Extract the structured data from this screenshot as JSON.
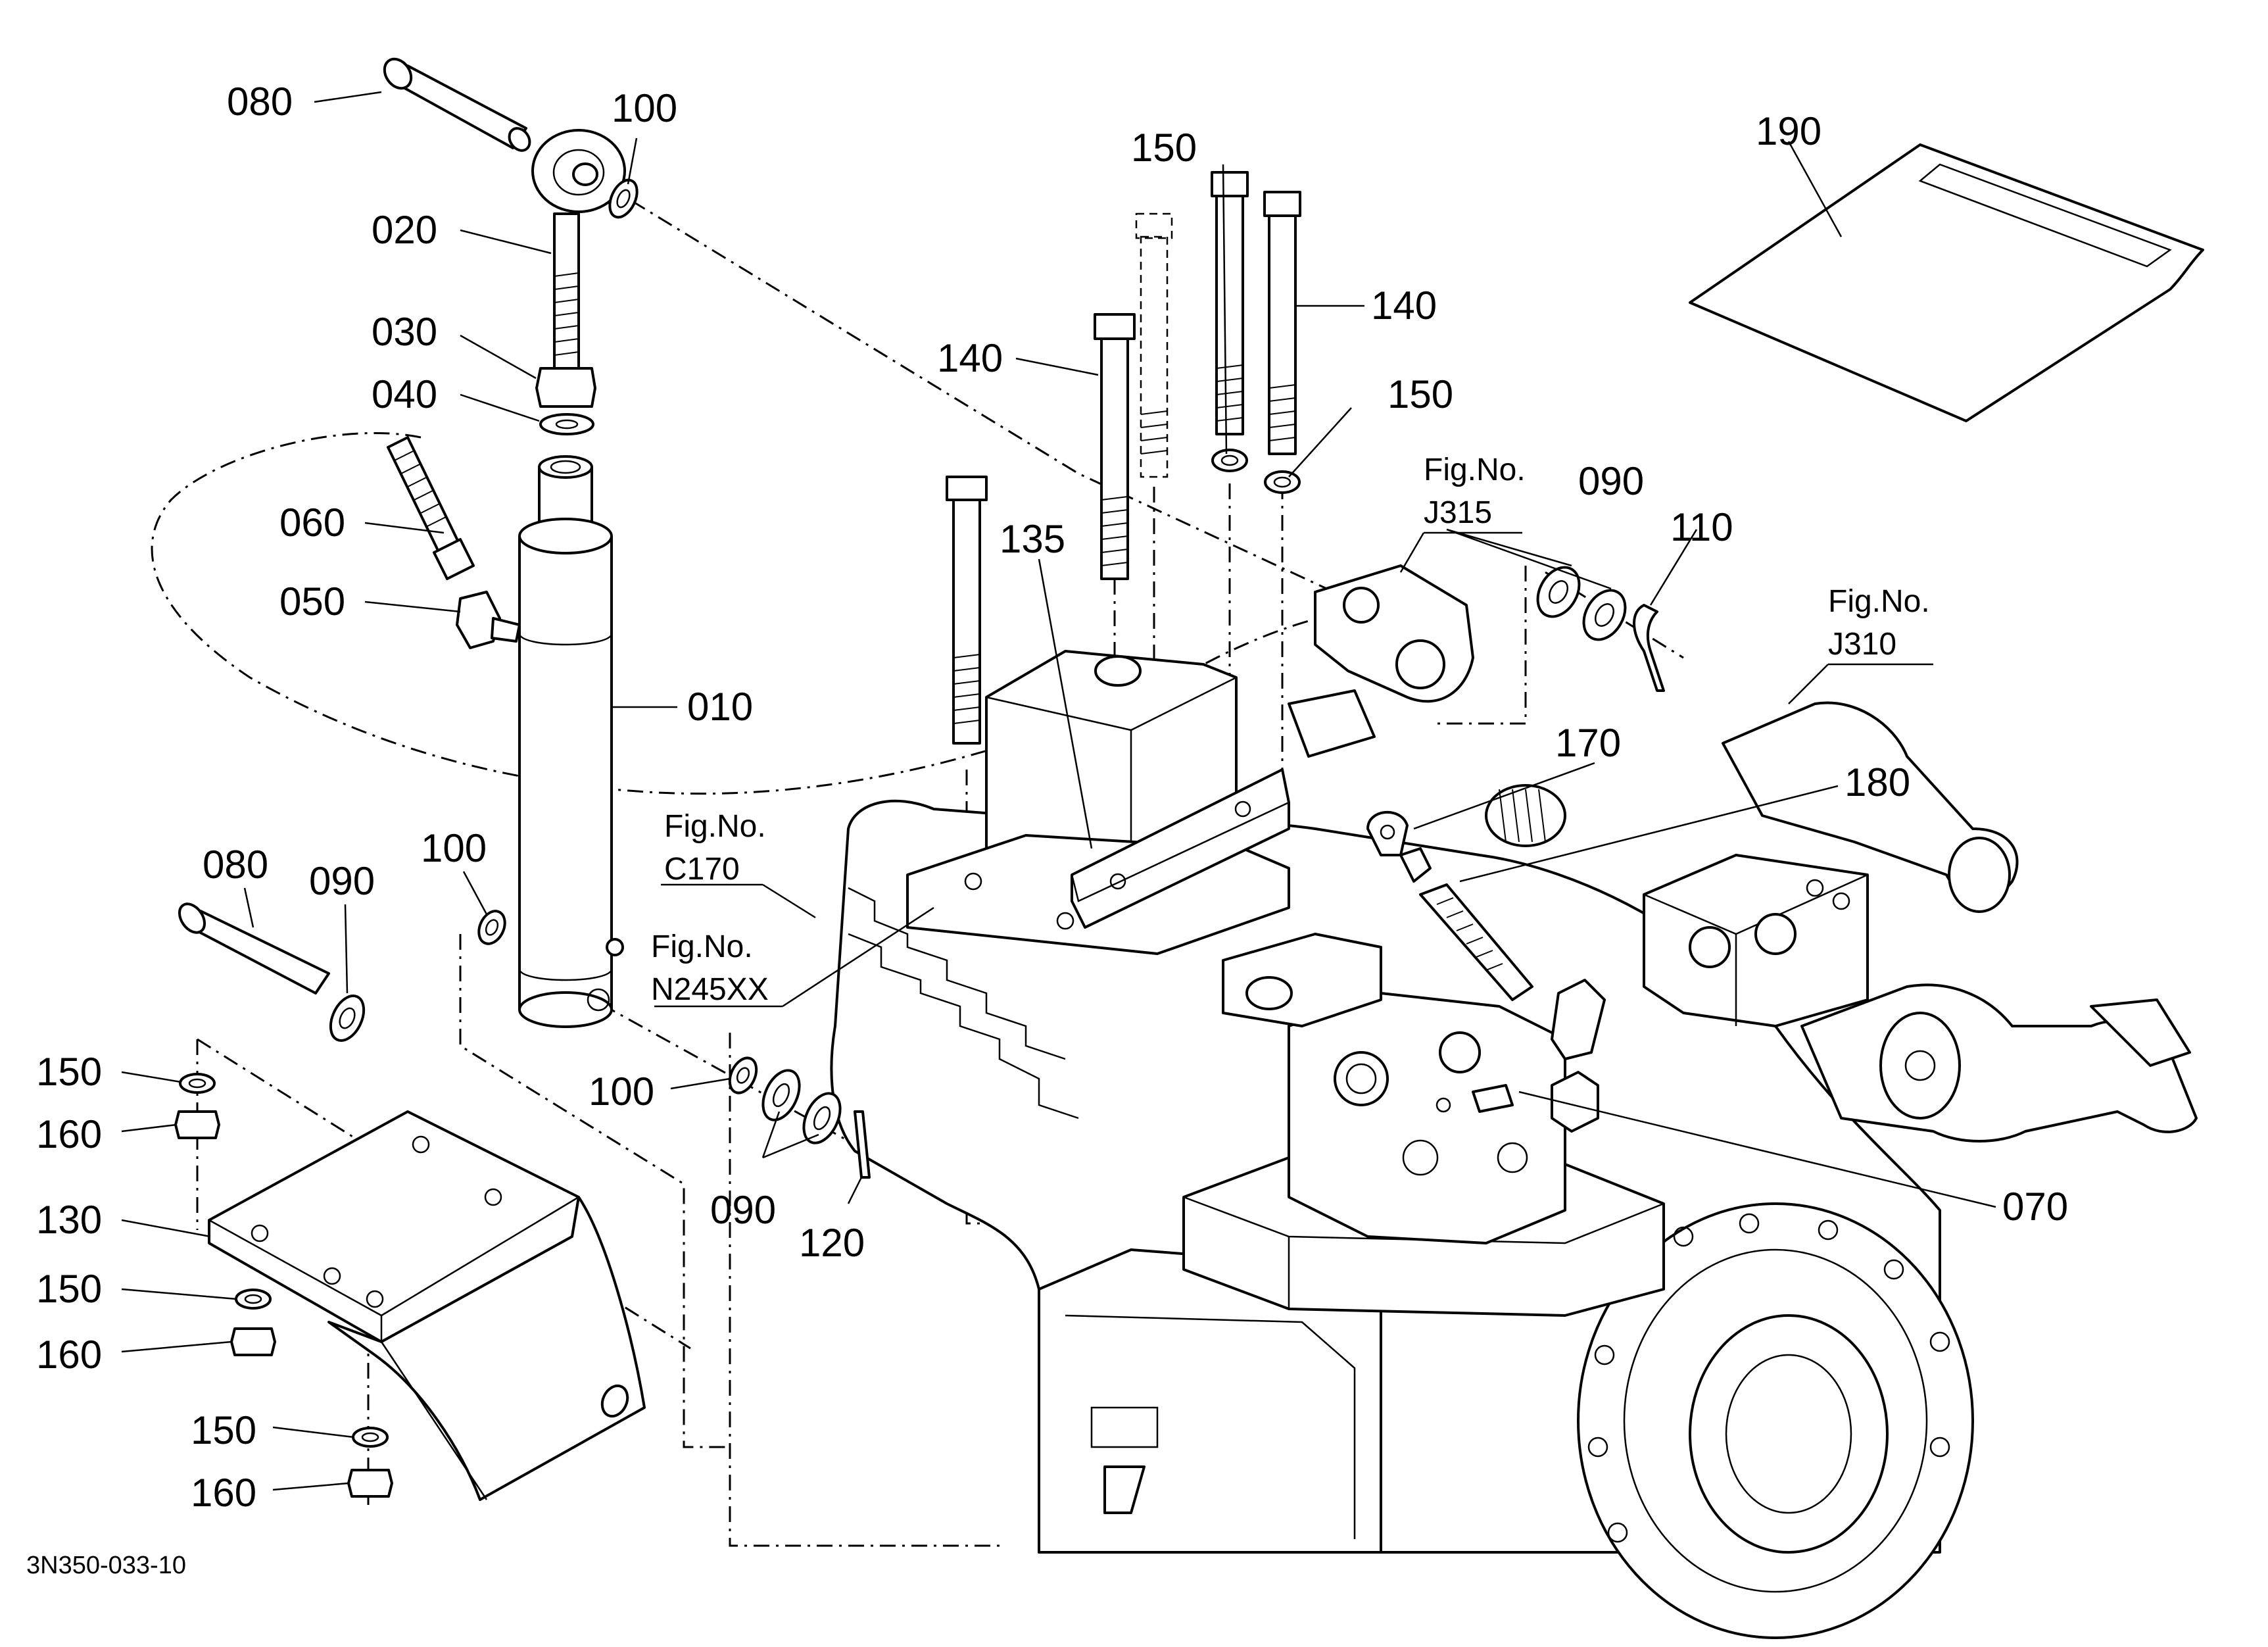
{
  "diagram": {
    "part_labels": [
      {
        "id": "p010",
        "text": "010"
      },
      {
        "id": "p020",
        "text": "020"
      },
      {
        "id": "p030",
        "text": "030"
      },
      {
        "id": "p040",
        "text": "040"
      },
      {
        "id": "p050",
        "text": "050"
      },
      {
        "id": "p060",
        "text": "060"
      },
      {
        "id": "p070",
        "text": "070"
      },
      {
        "id": "p080a",
        "text": "080"
      },
      {
        "id": "p080b",
        "text": "080"
      },
      {
        "id": "p090a",
        "text": "090"
      },
      {
        "id": "p090b",
        "text": "090"
      },
      {
        "id": "p090c",
        "text": "090"
      },
      {
        "id": "p100a",
        "text": "100"
      },
      {
        "id": "p100b",
        "text": "100"
      },
      {
        "id": "p100c",
        "text": "100"
      },
      {
        "id": "p110",
        "text": "110"
      },
      {
        "id": "p120",
        "text": "120"
      },
      {
        "id": "p130",
        "text": "130"
      },
      {
        "id": "p135",
        "text": "135"
      },
      {
        "id": "p140a",
        "text": "140"
      },
      {
        "id": "p140b",
        "text": "140"
      },
      {
        "id": "p150a",
        "text": "150"
      },
      {
        "id": "p150b",
        "text": "150"
      },
      {
        "id": "p150c",
        "text": "150"
      },
      {
        "id": "p150d",
        "text": "150"
      },
      {
        "id": "p150e",
        "text": "150"
      },
      {
        "id": "p160a",
        "text": "160"
      },
      {
        "id": "p160b",
        "text": "160"
      },
      {
        "id": "p160c",
        "text": "160"
      },
      {
        "id": "p170",
        "text": "170"
      },
      {
        "id": "p180",
        "text": "180"
      },
      {
        "id": "p190",
        "text": "190"
      }
    ],
    "figure_refs": [
      {
        "id": "fig_j315",
        "line1": "Fig.No.",
        "line2": "J315"
      },
      {
        "id": "fig_j310",
        "line1": "Fig.No.",
        "line2": "J310"
      },
      {
        "id": "fig_c170",
        "line1": "Fig.No.",
        "line2": "C170"
      },
      {
        "id": "fig_n245",
        "line1": "Fig.No.",
        "line2": "N245XX"
      }
    ],
    "drawing_code": "3N350-033-10"
  }
}
